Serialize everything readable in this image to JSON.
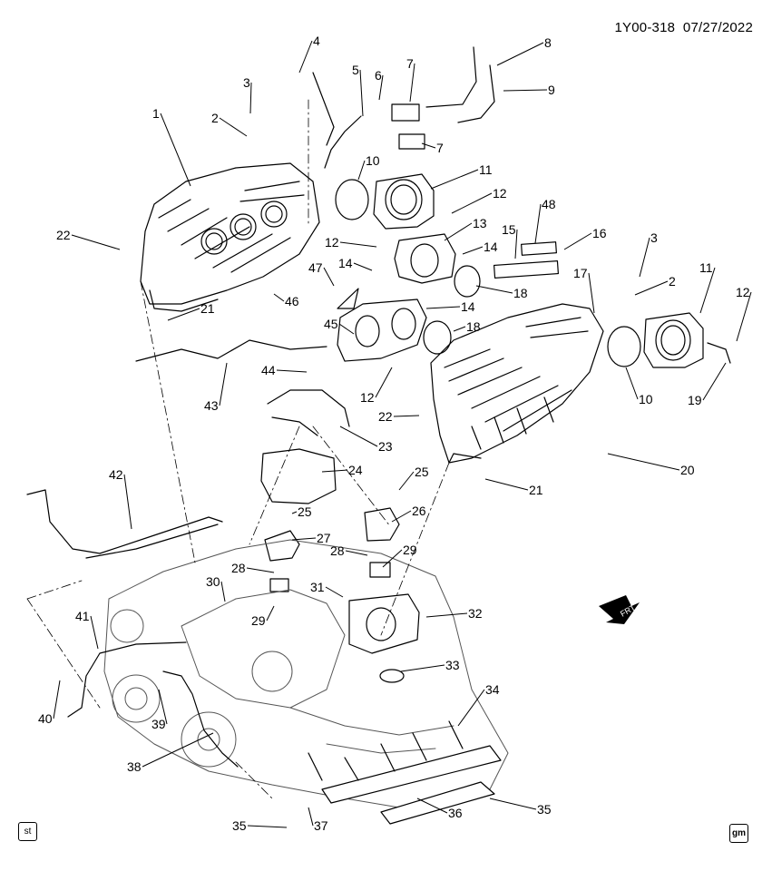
{
  "header": {
    "code": "1Y00-318",
    "date": "07/27/2022"
  },
  "corners": {
    "left_stamp": "st",
    "right_logo": "gm"
  },
  "direction_label": "FRT",
  "callouts": [
    {
      "label": "1"
    },
    {
      "label": "2"
    },
    {
      "label": "3"
    },
    {
      "label": "4"
    },
    {
      "label": "5"
    },
    {
      "label": "6"
    },
    {
      "label": "7"
    },
    {
      "label": "7"
    },
    {
      "label": "8"
    },
    {
      "label": "9"
    },
    {
      "label": "10"
    },
    {
      "label": "11"
    },
    {
      "label": "12"
    },
    {
      "label": "22"
    },
    {
      "label": "12"
    },
    {
      "label": "13"
    },
    {
      "label": "14"
    },
    {
      "label": "15"
    },
    {
      "label": "48"
    },
    {
      "label": "16"
    },
    {
      "label": "3"
    },
    {
      "label": "2"
    },
    {
      "label": "11"
    },
    {
      "label": "12"
    },
    {
      "label": "47"
    },
    {
      "label": "14"
    },
    {
      "label": "14"
    },
    {
      "label": "18"
    },
    {
      "label": "17"
    },
    {
      "label": "46"
    },
    {
      "label": "21"
    },
    {
      "label": "45"
    },
    {
      "label": "18"
    },
    {
      "label": "10"
    },
    {
      "label": "19"
    },
    {
      "label": "12"
    },
    {
      "label": "44"
    },
    {
      "label": "43"
    },
    {
      "label": "22"
    },
    {
      "label": "23"
    },
    {
      "label": "20"
    },
    {
      "label": "42"
    },
    {
      "label": "24"
    },
    {
      "label": "25"
    },
    {
      "label": "21"
    },
    {
      "label": "25"
    },
    {
      "label": "26"
    },
    {
      "label": "27"
    },
    {
      "label": "28"
    },
    {
      "label": "29"
    },
    {
      "label": "28"
    },
    {
      "label": "30"
    },
    {
      "label": "31"
    },
    {
      "label": "32"
    },
    {
      "label": "29"
    },
    {
      "label": "41"
    },
    {
      "label": "33"
    },
    {
      "label": "40"
    },
    {
      "label": "39"
    },
    {
      "label": "34"
    },
    {
      "label": "38"
    },
    {
      "label": "35"
    },
    {
      "label": "35"
    },
    {
      "label": "37"
    },
    {
      "label": "36"
    }
  ]
}
